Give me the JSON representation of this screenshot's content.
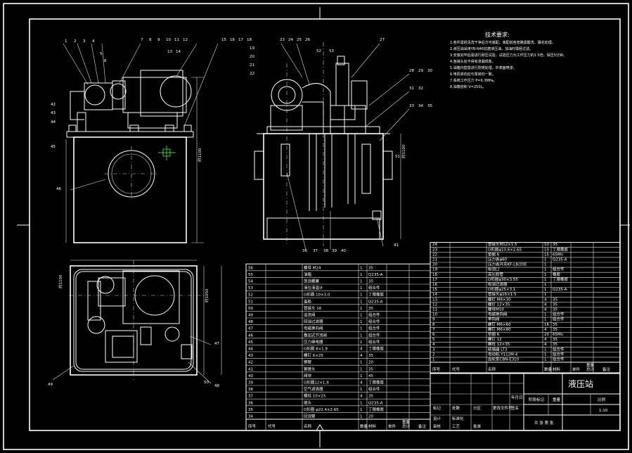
{
  "title_block": {
    "drawing_title": "液压站",
    "scale": "1:10",
    "row_labels": [
      "标记",
      "处数",
      "分区",
      "更改文件号",
      "签名",
      "年月日"
    ],
    "signature_labels": [
      "设计",
      "标准化",
      "审核",
      "工艺",
      "批准"
    ],
    "stage_label": "阶段标记",
    "weight_label": "重量",
    "scale_label": "比例",
    "sheet_label": "共 张 第 张"
  },
  "notes": {
    "heading": "技术要求:",
    "lines": [
      "1.各件需经清洗干净后方可装配，装配前各管路需酸洗、磷化处理。",
      "2.液压油采用YB-N46抗磨液压油，加油时需经过滤。",
      "3.安装完毕后需进行耐压试验，试验压力为工作压力的1.5倍，保压5分钟。",
      "4.各接头处不得有渗漏现象。",
      "5.油箱内壁需进行防锈处理，外表面喷漆。",
      "6.电机转向应与泵转向一致。",
      "7.系统工作压力 P=6.3MPa。",
      "8.油箱容积 V=250L。"
    ]
  },
  "balloons_top": [
    "1",
    "2",
    "3",
    "4",
    "5",
    "6",
    "7",
    "8",
    "9",
    "10",
    "11",
    "12",
    "13",
    "14",
    "15",
    "16",
    "17",
    "18",
    "19",
    "20",
    "21",
    "22",
    "23",
    "24",
    "25",
    "26",
    "27",
    "28",
    "29",
    "30",
    "31",
    "32",
    "33",
    "34",
    "35",
    "36",
    "37",
    "38",
    "39",
    "40",
    "41",
    "42",
    "43",
    "44",
    "45",
    "46",
    "47",
    "48",
    "49",
    "50",
    "51",
    "52",
    "53"
  ],
  "dims": {
    "height_front": "约1100",
    "height_side": "约1100",
    "height_plan": "约1050",
    "width_plan": "约1100"
  },
  "bom_header": [
    "序号",
    "代号",
    "名称",
    "数量",
    "材料",
    "单件",
    "总计",
    "备注"
  ],
  "bom_weight_header": "重量",
  "bom_upper": [
    [
      "24",
      "",
      "管接头M12×1.5",
      "10",
      "35",
      ""
    ],
    [
      "23",
      "",
      "O形圈φ10.6×2.65",
      "10",
      "丁腈橡胶",
      ""
    ],
    [
      "22",
      "",
      "垫圈 6",
      "15",
      "65Mn",
      ""
    ],
    [
      "21",
      "",
      "压力表φ60",
      "1",
      "Q235-A",
      ""
    ],
    [
      "20",
      "",
      "压力表开关KF-L8/20E",
      "1",
      "",
      ""
    ],
    [
      "19",
      "",
      "吸油口",
      "1",
      "组合件",
      ""
    ],
    [
      "18",
      "",
      "高压胶管",
      "1",
      "橡胶",
      ""
    ],
    [
      "17",
      "",
      "O形圈φ30×3.55",
      "1",
      "丁腈橡胶",
      ""
    ],
    [
      "16",
      "",
      "吸油过滤器",
      "1",
      "",
      ""
    ],
    [
      "15",
      "",
      "O形圈φ25×3.1",
      "1",
      "Q235-A",
      ""
    ],
    [
      "14",
      "",
      "管接头φ16×1.5",
      "1",
      "",
      ""
    ],
    [
      "13",
      "",
      "螺钉 M8×30",
      "4",
      "35",
      ""
    ],
    [
      "12",
      "",
      "螺钉 12×35",
      "4",
      "35",
      ""
    ],
    [
      "11",
      "",
      "螺母M10",
      "4",
      "35",
      ""
    ],
    [
      "10",
      "",
      "电磁换向阀",
      "1",
      "组合件",
      ""
    ],
    [
      "9",
      "",
      "单向阀",
      "1",
      "组合件",
      ""
    ],
    [
      "8",
      "",
      "螺钉 M6×60",
      "16",
      "35",
      ""
    ],
    [
      "7",
      "",
      "螺钉 M6×80",
      "4",
      "35",
      ""
    ],
    [
      "6",
      "",
      "垫圈 6",
      "20",
      "65Mn",
      ""
    ],
    [
      "5",
      "",
      "螺钉 12",
      "4",
      "35",
      ""
    ],
    [
      "4",
      "",
      "螺栓 12×35",
      "4",
      "35",
      ""
    ],
    [
      "3",
      "",
      "联轴器 LT3",
      "1",
      "组合件",
      ""
    ],
    [
      "2",
      "",
      "电动机 Y112M-4",
      "1",
      "组合件",
      ""
    ],
    [
      "1",
      "",
      "齿轮泵CBN-E310",
      "1",
      "组合件",
      ""
    ]
  ],
  "bom_lower": [
    [
      "56",
      "",
      "螺母 M24",
      "1",
      "35",
      ""
    ],
    [
      "55",
      "",
      "油箱",
      "1",
      "Q235-A",
      ""
    ],
    [
      "54",
      "",
      "放油螺塞",
      "1",
      "35",
      ""
    ],
    [
      "53",
      "",
      "液位液温计",
      "1",
      "组合件",
      ""
    ],
    [
      "52",
      "",
      "O形圈 10×3.0",
      "1",
      "丁腈橡胶",
      ""
    ],
    [
      "51",
      "",
      "盖板",
      "1",
      "Q235-A",
      ""
    ],
    [
      "50",
      "",
      "管接头 16",
      "1",
      "35",
      ""
    ],
    [
      "49",
      "",
      "溢流阀",
      "1",
      "组合件",
      ""
    ],
    [
      "48",
      "",
      "回油过滤器",
      "1",
      "组合件",
      ""
    ],
    [
      "47",
      "",
      "电磁换向阀",
      "1",
      "组合件",
      ""
    ],
    [
      "46",
      "",
      "叠加式节流阀",
      "1",
      "组合件",
      ""
    ],
    [
      "45",
      "",
      "压力继电器",
      "1",
      "组合件",
      ""
    ],
    [
      "44",
      "",
      "O形圈 8×1.9",
      "4",
      "丁腈橡胶",
      ""
    ],
    [
      "43",
      "",
      "螺钉 6×25",
      "4",
      "35",
      ""
    ],
    [
      "42",
      "",
      "钢管",
      "1",
      "20",
      ""
    ],
    [
      "41",
      "",
      "管接头",
      "1",
      "35",
      ""
    ],
    [
      "40",
      "",
      "阀块",
      "1",
      "45",
      ""
    ],
    [
      "39",
      "",
      "O形圈12×1.9",
      "4",
      "丁腈橡胶",
      ""
    ],
    [
      "38",
      "",
      "空气滤清器",
      "1",
      "组合件",
      ""
    ],
    [
      "37",
      "",
      "螺栓 10×25",
      "4",
      "35",
      ""
    ],
    [
      "36",
      "",
      "接头",
      "1",
      "Q235-A",
      ""
    ],
    [
      "35",
      "",
      "O形圈 φ22.4×2.65",
      "1",
      "丁腈橡胶",
      ""
    ],
    [
      "34",
      "",
      "回油管",
      "1",
      "20",
      ""
    ]
  ]
}
